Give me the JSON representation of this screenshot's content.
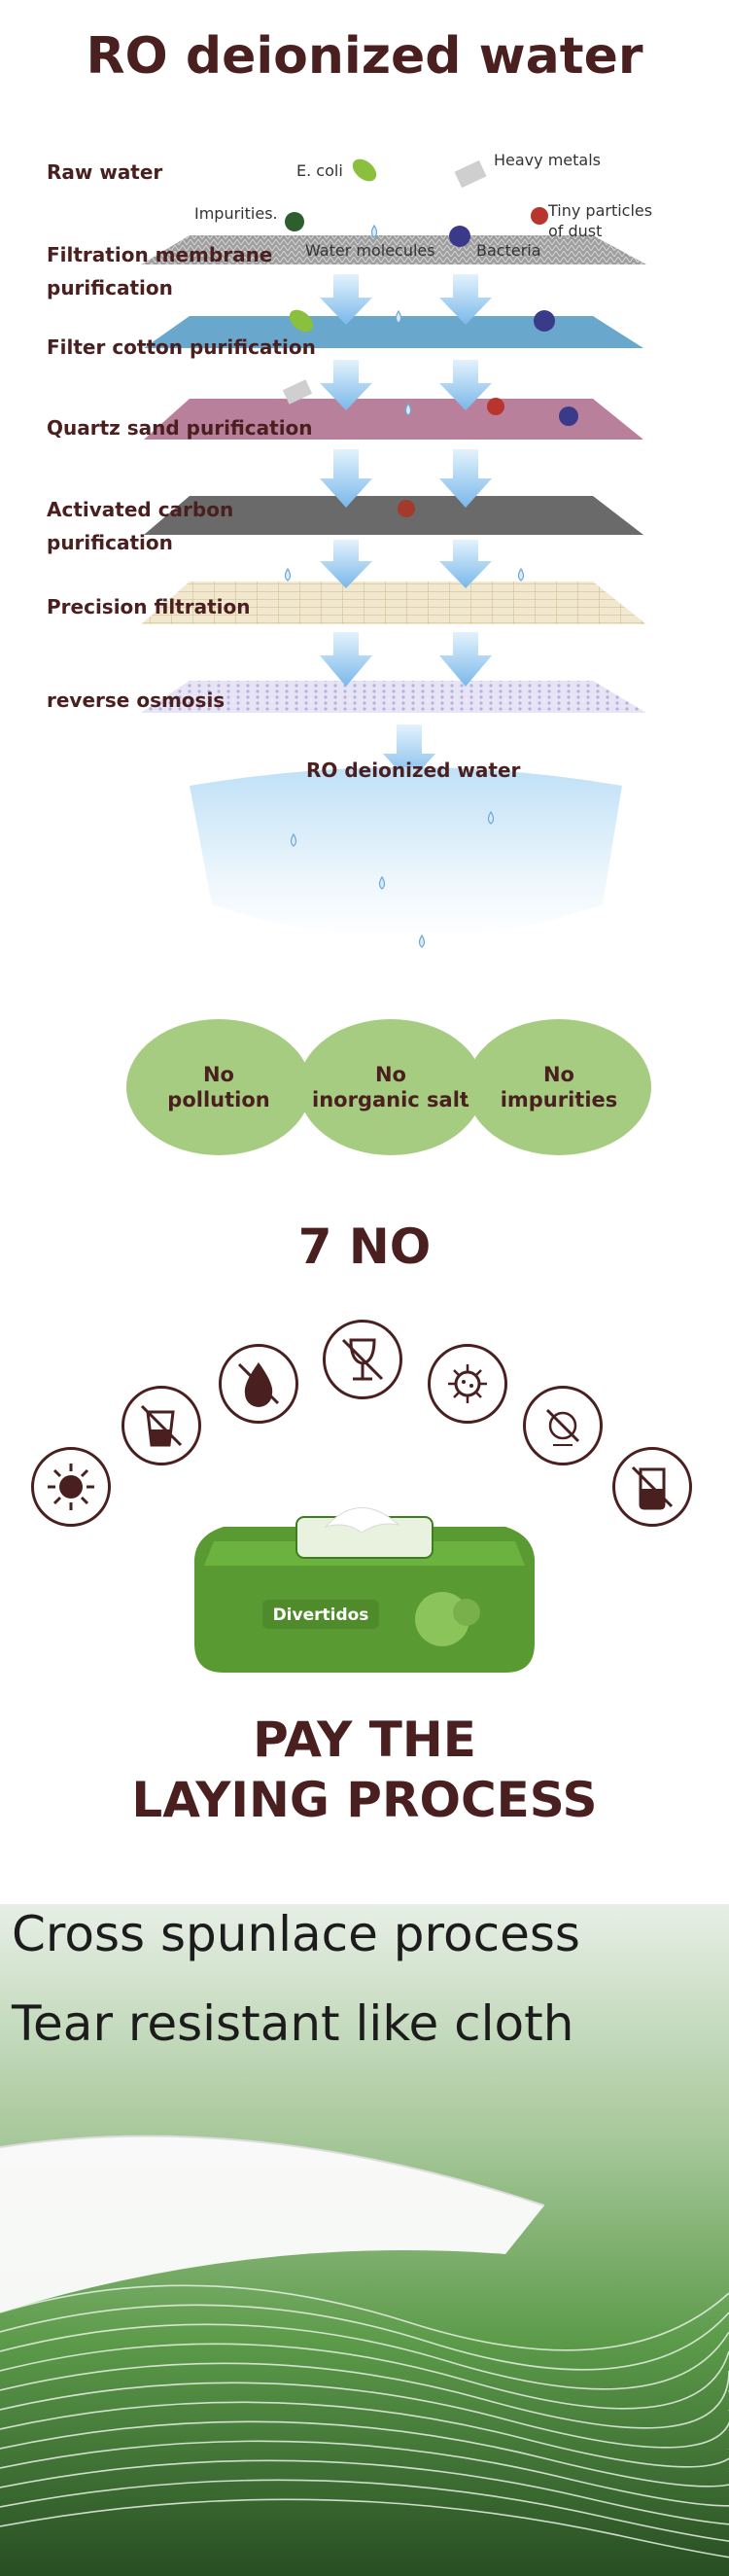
{
  "ro_section": {
    "title": "RO deionized water",
    "labels": {
      "raw_water": "Raw water",
      "e_coli": "E. coli",
      "heavy_metals": "Heavy metals",
      "impurities": "Impurities.",
      "tiny_particles_line1": "Tiny particles",
      "tiny_particles_line2": "of dust",
      "water_molecules": "Water molecules",
      "bacteria": "Bacteria"
    },
    "steps": [
      {
        "line1": "Filtration membrane",
        "line2": "purification"
      },
      {
        "line1": "Filter cotton purification"
      },
      {
        "line1": "Quartz sand purification"
      },
      {
        "line1": "Activated carbon",
        "line2": "purification"
      },
      {
        "line1": "Precision filtration"
      },
      {
        "line1": "reverse osmosis"
      }
    ],
    "result_label": "RO deionized water"
  },
  "features": [
    {
      "line1": "No",
      "line2": "pollution"
    },
    {
      "line1": "No",
      "line2": "inorganic salt"
    },
    {
      "line1": "No",
      "line2": "impurities"
    }
  ],
  "seven_no": {
    "title": "7 NO",
    "icons": [
      "no-sun-icon",
      "no-cup-icon",
      "no-drop-icon",
      "no-wine-glass-icon",
      "no-germ-icon",
      "no-stop-icon",
      "no-beaker-icon"
    ],
    "product_brand": "Divertidos"
  },
  "laying": {
    "title_line1": "PAY THE",
    "title_line2": "LAYING PROCESS"
  },
  "spunlace": {
    "line1": "Cross spunlace process",
    "line2": "Tear resistant like cloth"
  },
  "colors": {
    "title": "#4a1f1f",
    "green_circle": "#a6cc81",
    "arrow": "#8cc4ee"
  }
}
